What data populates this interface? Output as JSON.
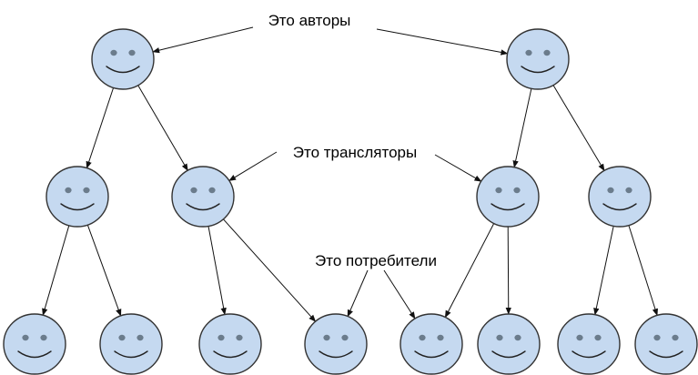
{
  "labels": {
    "authors": "Это авторы",
    "translators": "Это трансляторы",
    "consumers": "Это потребители"
  },
  "colors": {
    "face_fill": "#c5d9f0",
    "face_stroke": "#333333",
    "arrow": "#111111"
  },
  "nodes": [
    {
      "id": "author-1",
      "role": "author"
    },
    {
      "id": "author-2",
      "role": "author"
    },
    {
      "id": "translator-1",
      "role": "translator"
    },
    {
      "id": "translator-2",
      "role": "translator"
    },
    {
      "id": "translator-3",
      "role": "translator"
    },
    {
      "id": "translator-4",
      "role": "translator"
    },
    {
      "id": "consumer-1",
      "role": "consumer"
    },
    {
      "id": "consumer-2",
      "role": "consumer"
    },
    {
      "id": "consumer-3",
      "role": "consumer"
    },
    {
      "id": "consumer-4",
      "role": "consumer"
    },
    {
      "id": "consumer-5",
      "role": "consumer"
    },
    {
      "id": "consumer-6",
      "role": "consumer"
    },
    {
      "id": "consumer-7",
      "role": "consumer"
    },
    {
      "id": "consumer-8",
      "role": "consumer"
    }
  ],
  "edges": [
    [
      "author-1",
      "translator-1"
    ],
    [
      "author-1",
      "translator-2"
    ],
    [
      "author-2",
      "translator-3"
    ],
    [
      "author-2",
      "translator-4"
    ],
    [
      "translator-1",
      "consumer-1"
    ],
    [
      "translator-1",
      "consumer-2"
    ],
    [
      "translator-2",
      "consumer-3"
    ],
    [
      "translator-2",
      "consumer-4"
    ],
    [
      "translator-3",
      "consumer-5"
    ],
    [
      "translator-3",
      "consumer-6"
    ],
    [
      "translator-4",
      "consumer-7"
    ],
    [
      "translator-4",
      "consumer-8"
    ]
  ],
  "callouts": [
    {
      "label": "authors",
      "targets": [
        "author-1",
        "author-2"
      ]
    },
    {
      "label": "translators",
      "targets": [
        "translator-2",
        "translator-3"
      ]
    },
    {
      "label": "consumers",
      "targets": [
        "consumer-4",
        "consumer-5"
      ]
    }
  ]
}
